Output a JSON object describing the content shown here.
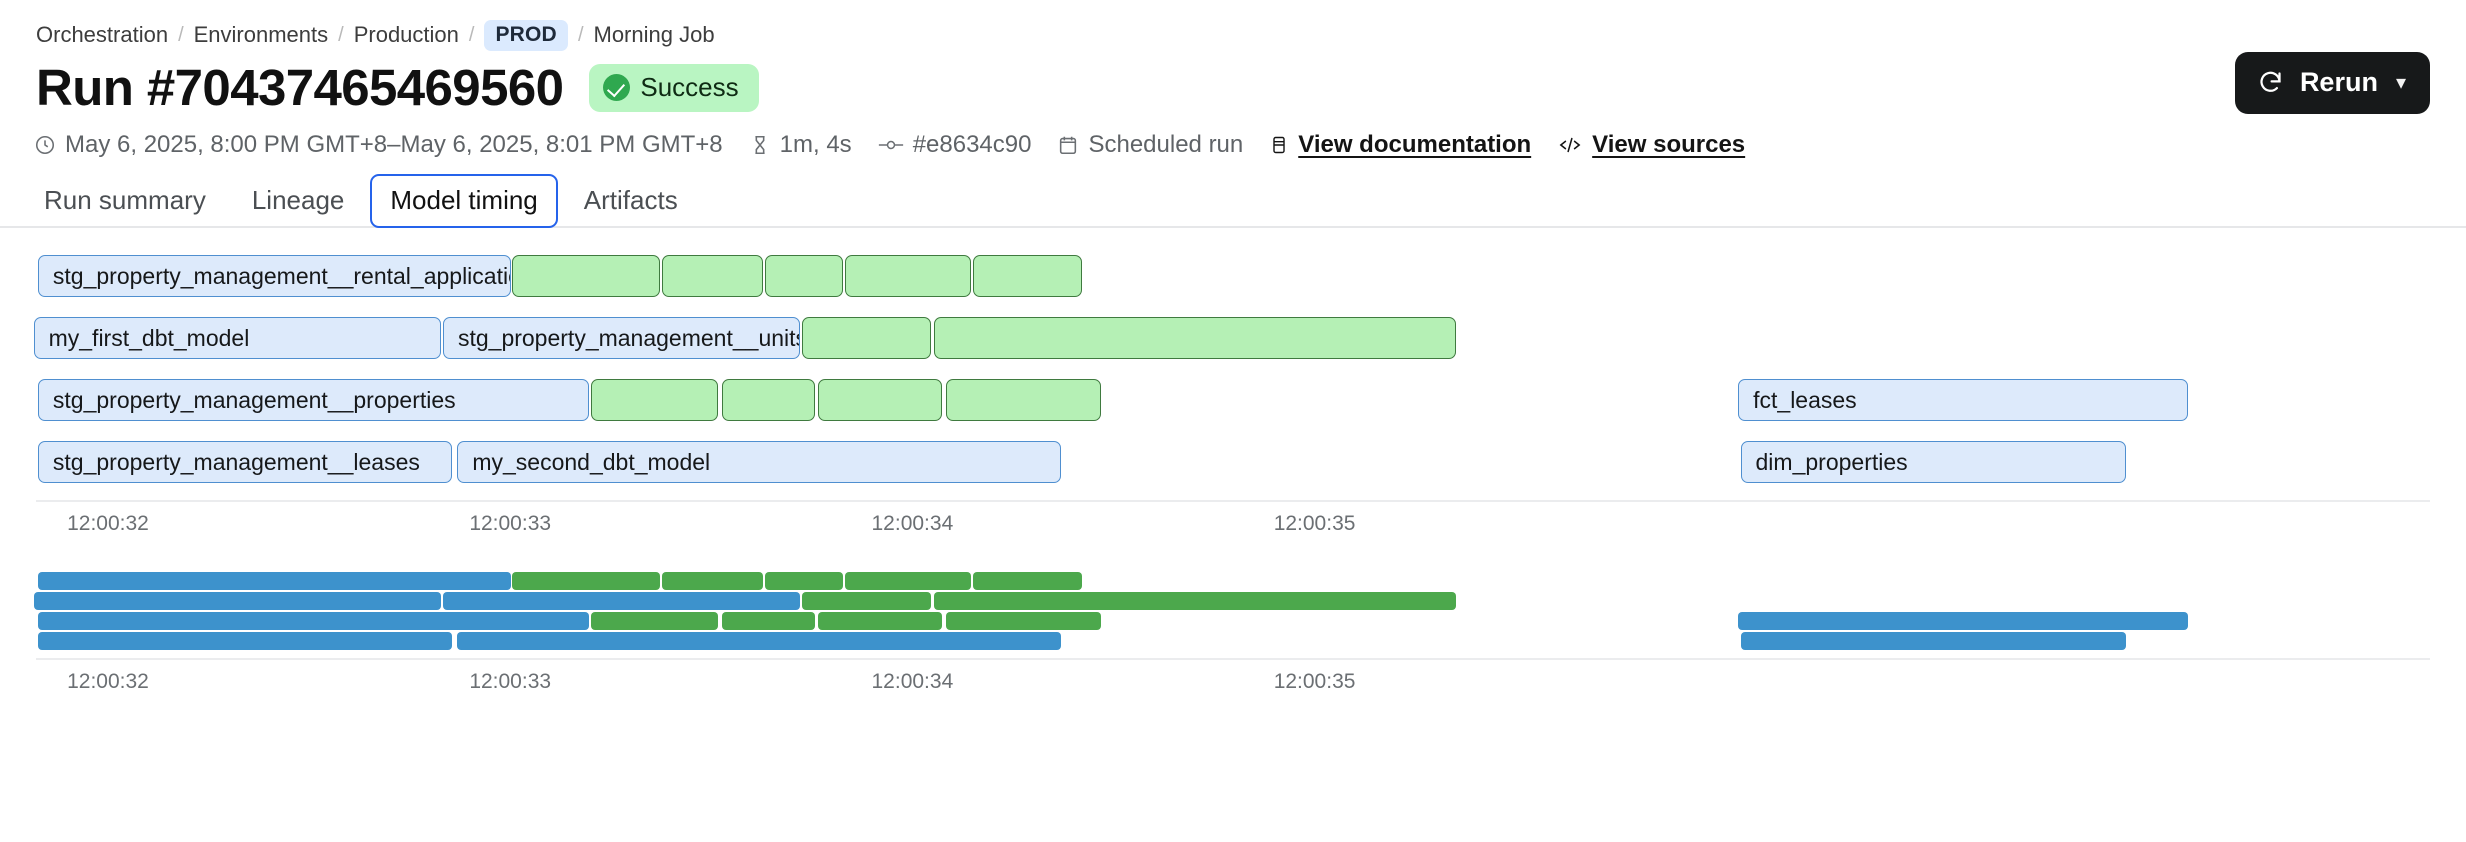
{
  "breadcrumb": {
    "items": [
      {
        "label": "Orchestration",
        "type": "link"
      },
      {
        "label": "Environments",
        "type": "link"
      },
      {
        "label": "Production",
        "type": "link"
      },
      {
        "label": "PROD",
        "type": "badge"
      },
      {
        "label": "Morning Job",
        "type": "text"
      }
    ],
    "separator": "/"
  },
  "header": {
    "title": "Run #70437465469560",
    "status": {
      "label": "Success",
      "icon": "check-circle-icon",
      "bg": "#b9f5c2",
      "fg": "#0f2b14"
    },
    "rerun": {
      "label": "Rerun",
      "icon": "refresh-icon",
      "chevron": "chevron-down-icon",
      "bg": "#17191a"
    }
  },
  "meta": [
    {
      "icon": "clock-icon",
      "text": "May 6, 2025, 8:00 PM GMT+8–May 6, 2025, 8:01 PM GMT+8",
      "emphasis": false
    },
    {
      "icon": "hourglass-icon",
      "text": "1m, 4s",
      "emphasis": false
    },
    {
      "icon": "commit-icon",
      "text": "#e8634c90",
      "emphasis": false
    },
    {
      "icon": "calendar-icon",
      "text": "Scheduled run",
      "emphasis": false
    },
    {
      "icon": "document-icon",
      "text": "View documentation",
      "emphasis": true
    },
    {
      "icon": "code-icon",
      "text": "View sources",
      "emphasis": true
    }
  ],
  "tabs": [
    {
      "label": "Run summary",
      "active": false
    },
    {
      "label": "Lineage",
      "active": false
    },
    {
      "label": "Model timing",
      "active": true
    },
    {
      "label": "Artifacts",
      "active": false
    }
  ],
  "chart_data": {
    "type": "bar",
    "title": "Model timing",
    "xlabel": "",
    "ylabel": "",
    "grid": false,
    "legend": null,
    "axis_ticks": [
      "12:00:32",
      "12:00:33",
      "12:00:34",
      "12:00:35"
    ],
    "axis_tick_x_pct": [
      1.3,
      18.1,
      34.9,
      51.7
    ],
    "x_range_seconds": [
      12.0032,
      12.0036
    ],
    "colors": {
      "model_fill": "#ddeafb",
      "model_stroke": "#4f8fd0",
      "test_fill": "#b5f0b5",
      "test_stroke": "#3f7a3f",
      "mini_model": "#3d92cc",
      "mini_test": "#4ca84c"
    },
    "rows": [
      {
        "index": 0,
        "bars": [
          {
            "label": "stg_property_management__rental_applications",
            "kind": "model",
            "x_pct": 0.08,
            "w_pct": 19.75
          },
          {
            "label": "",
            "kind": "test",
            "x_pct": 19.9,
            "w_pct": 6.15
          },
          {
            "label": "",
            "kind": "test",
            "x_pct": 26.15,
            "w_pct": 4.2
          },
          {
            "label": "",
            "kind": "test",
            "x_pct": 30.45,
            "w_pct": 3.25
          },
          {
            "label": "",
            "kind": "test",
            "x_pct": 33.8,
            "w_pct": 5.25
          },
          {
            "label": "",
            "kind": "test",
            "x_pct": 39.15,
            "w_pct": 4.55
          }
        ]
      },
      {
        "index": 1,
        "bars": [
          {
            "label": "my_first_dbt_model",
            "kind": "model",
            "x_pct": -0.1,
            "w_pct": 17.0
          },
          {
            "label": "stg_property_management__units",
            "kind": "model",
            "x_pct": 17.0,
            "w_pct": 14.9
          },
          {
            "label": "",
            "kind": "test",
            "x_pct": 32.0,
            "w_pct": 5.4
          },
          {
            "label": "",
            "kind": "test",
            "x_pct": 37.5,
            "w_pct": 21.8
          }
        ]
      },
      {
        "index": 2,
        "bars": [
          {
            "label": "stg_property_management__properties",
            "kind": "model",
            "x_pct": 0.08,
            "w_pct": 23.0
          },
          {
            "label": "",
            "kind": "test",
            "x_pct": 23.2,
            "w_pct": 5.3
          },
          {
            "label": "",
            "kind": "test",
            "x_pct": 28.65,
            "w_pct": 3.9
          },
          {
            "label": "",
            "kind": "test",
            "x_pct": 32.65,
            "w_pct": 5.2
          },
          {
            "label": "",
            "kind": "test",
            "x_pct": 38.0,
            "w_pct": 6.5
          },
          {
            "label": "fct_leases",
            "kind": "model",
            "x_pct": 71.1,
            "w_pct": 18.8
          }
        ]
      },
      {
        "index": 3,
        "bars": [
          {
            "label": "stg_property_management__leases",
            "kind": "model",
            "x_pct": 0.08,
            "w_pct": 17.3
          },
          {
            "label": "my_second_dbt_model",
            "kind": "model",
            "x_pct": 17.6,
            "w_pct": 25.2
          },
          {
            "label": "dim_properties",
            "kind": "model",
            "x_pct": 71.2,
            "w_pct": 16.1
          }
        ]
      }
    ],
    "minimap_rows": [
      {
        "index": 0,
        "bars": [
          {
            "kind": "model",
            "x_pct": 0.08,
            "w_pct": 19.75
          },
          {
            "kind": "test",
            "x_pct": 19.9,
            "w_pct": 6.15
          },
          {
            "kind": "test",
            "x_pct": 26.15,
            "w_pct": 4.2
          },
          {
            "kind": "test",
            "x_pct": 30.45,
            "w_pct": 3.25
          },
          {
            "kind": "test",
            "x_pct": 33.8,
            "w_pct": 5.25
          },
          {
            "kind": "test",
            "x_pct": 39.15,
            "w_pct": 4.55
          }
        ]
      },
      {
        "index": 1,
        "bars": [
          {
            "kind": "model",
            "x_pct": -0.1,
            "w_pct": 17.0
          },
          {
            "kind": "model",
            "x_pct": 17.0,
            "w_pct": 14.9
          },
          {
            "kind": "test",
            "x_pct": 32.0,
            "w_pct": 5.4
          },
          {
            "kind": "test",
            "x_pct": 37.5,
            "w_pct": 21.8
          }
        ]
      },
      {
        "index": 2,
        "bars": [
          {
            "kind": "model",
            "x_pct": 0.08,
            "w_pct": 23.0
          },
          {
            "kind": "test",
            "x_pct": 23.2,
            "w_pct": 5.3
          },
          {
            "kind": "test",
            "x_pct": 28.65,
            "w_pct": 3.9
          },
          {
            "kind": "test",
            "x_pct": 32.65,
            "w_pct": 5.2
          },
          {
            "kind": "test",
            "x_pct": 38.0,
            "w_pct": 6.5
          },
          {
            "kind": "model",
            "x_pct": 71.1,
            "w_pct": 18.8
          }
        ]
      },
      {
        "index": 3,
        "bars": [
          {
            "kind": "model",
            "x_pct": 0.08,
            "w_pct": 17.3
          },
          {
            "kind": "model",
            "x_pct": 17.6,
            "w_pct": 25.2
          },
          {
            "kind": "model",
            "x_pct": 71.2,
            "w_pct": 16.1
          }
        ]
      }
    ],
    "minimap_axis_ticks": [
      "12:00:32",
      "12:00:33",
      "12:00:34",
      "12:00:35"
    ]
  }
}
